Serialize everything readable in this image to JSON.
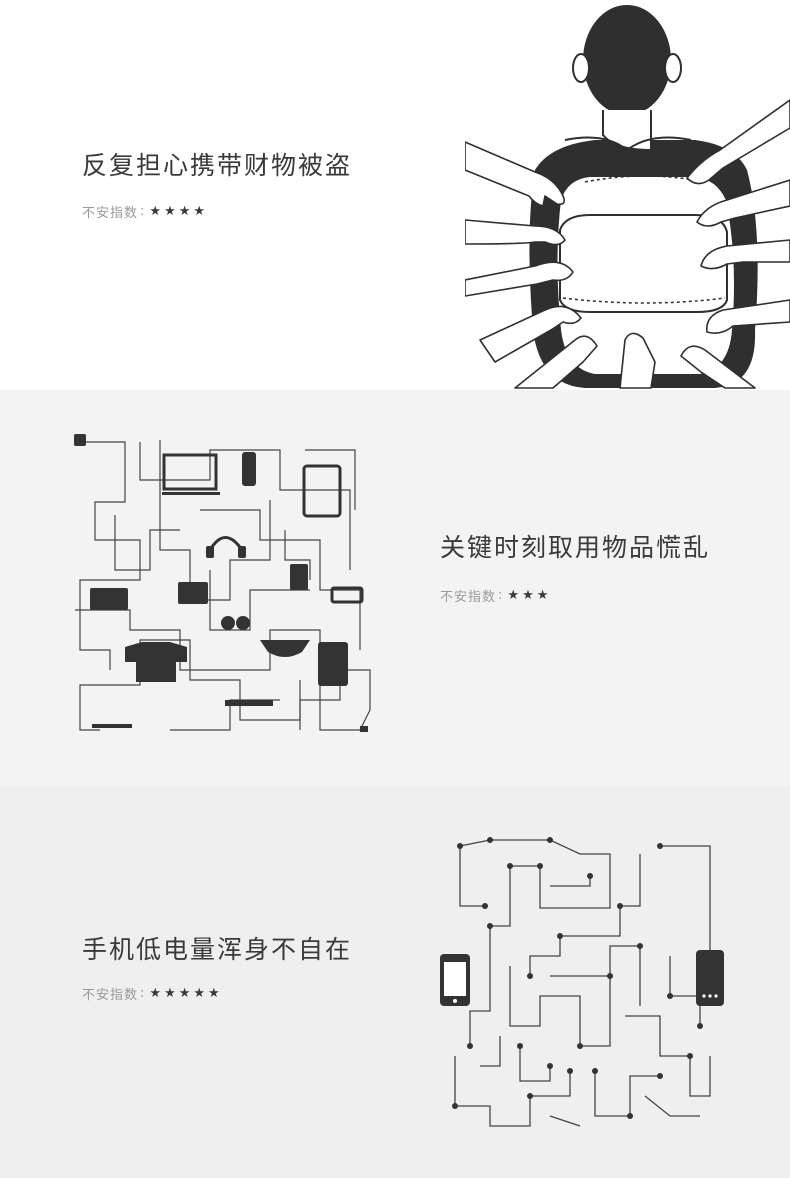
{
  "sections": [
    {
      "title": "反复担心携带财物被盗",
      "rating_label": "不安指数",
      "rating_separator": ":",
      "stars": 4,
      "star_glyph": "★"
    },
    {
      "title": "关键时刻取用物品慌乱",
      "rating_label": "不安指数",
      "rating_separator": ":",
      "stars": 3,
      "star_glyph": "★"
    },
    {
      "title": "手机低电量浑身不自在",
      "rating_label": "不安指数",
      "rating_separator": ":",
      "stars": 5,
      "star_glyph": "★"
    }
  ],
  "colors": {
    "ink": "#333333",
    "muted": "#9a9a9a",
    "panel1_bg": "#ffffff",
    "panel2_bg": "#f3f3f3",
    "panel3_bg": "#efefef"
  },
  "illustrations": {
    "panel1": "backpack-hands-illustration",
    "panel2": "tangled-items-maze-illustration",
    "panel3": "phone-powerbank-circuit-illustration"
  }
}
